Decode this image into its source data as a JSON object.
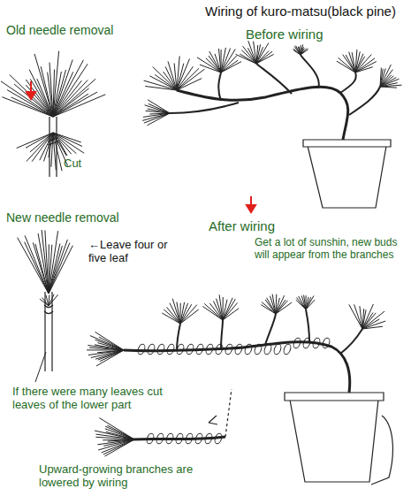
{
  "diagram": {
    "title": "Wiring of kuro-matsu(black pine)",
    "labels": [
      "Old needle removal",
      "Cut",
      "Before wiring",
      "New needle removal",
      "←Leave four or five leaf",
      "After wiring",
      "Get a lot of sunshin, new buds will appear from the branches",
      "If there were many leaves cut leaves of the lower part",
      "Upward-growing branches are lowered by wiring"
    ]
  }
}
